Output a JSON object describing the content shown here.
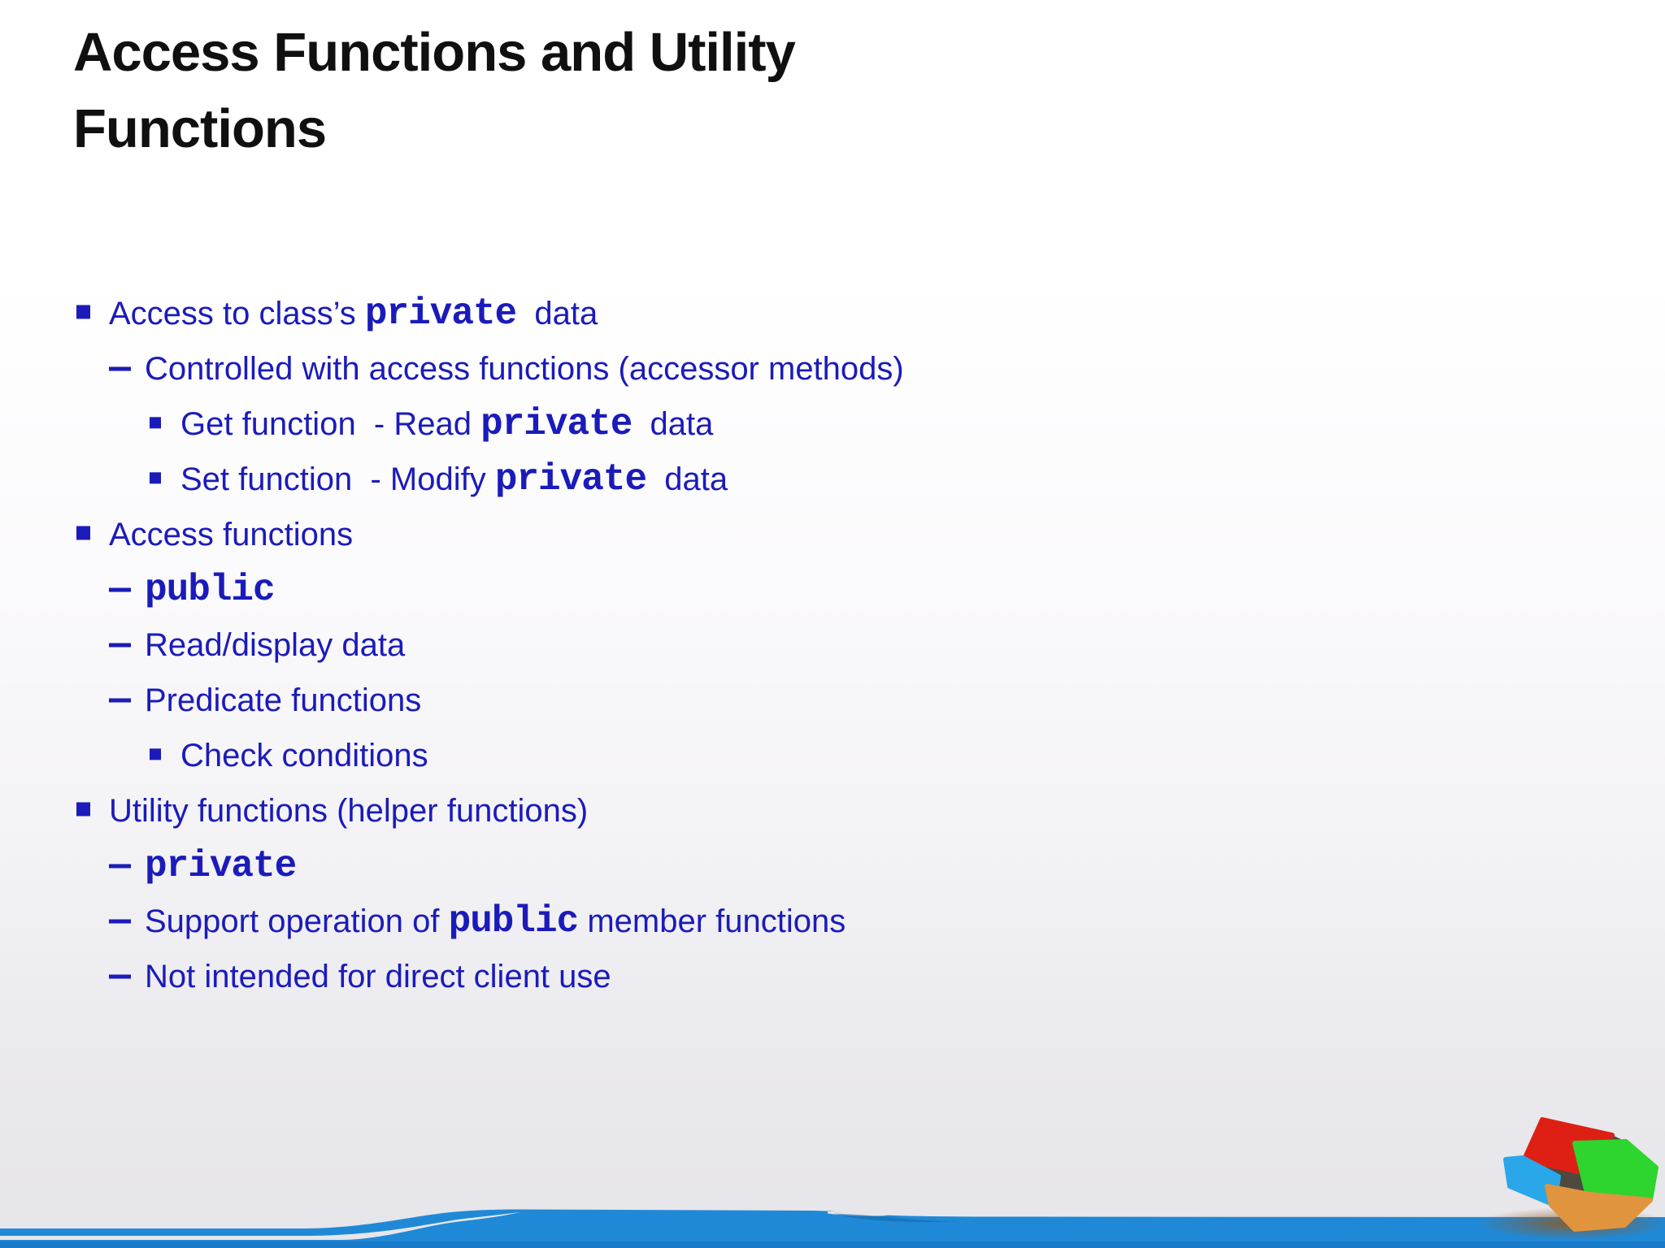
{
  "title": {
    "line1": "Access Functions and Utility",
    "line2": "Functions"
  },
  "bullets": [
    {
      "level": 1,
      "pre": "Access to class’s ",
      "code": "private",
      "post": "  data"
    },
    {
      "level": 2,
      "pre": "Controlled with access functions (accessor methods)",
      "code": "",
      "post": ""
    },
    {
      "level": 3,
      "pre": "Get function  - Read ",
      "code": "private",
      "post": "  data"
    },
    {
      "level": 3,
      "pre": "Set function  - Modify ",
      "code": "private",
      "post": "  data"
    },
    {
      "level": 1,
      "pre": "Access functions",
      "code": "",
      "post": ""
    },
    {
      "level": 2,
      "pre": "",
      "code": "public",
      "post": ""
    },
    {
      "level": 2,
      "pre": "Read/display data",
      "code": "",
      "post": ""
    },
    {
      "level": 2,
      "pre": "Predicate functions",
      "code": "",
      "post": ""
    },
    {
      "level": 3,
      "pre": "Check conditions",
      "code": "",
      "post": ""
    },
    {
      "level": 1,
      "pre": "Utility functions (helper functions)",
      "code": "",
      "post": ""
    },
    {
      "level": 2,
      "pre": "",
      "code": "private",
      "post": ""
    },
    {
      "level": 2,
      "pre": "Support operation of ",
      "code": "public",
      "post": " member functions"
    },
    {
      "level": 2,
      "pre": "Not intended for direct client use",
      "code": "",
      "post": ""
    }
  ],
  "colors": {
    "title_color": "#101010",
    "text_blue": "#1b1bba",
    "bar_blue": "#2089d7",
    "bar_blue_dark": "#1576c4",
    "wave_shadow_blue": "#1266a6",
    "stripe_gray": "#e7e6ea",
    "cube_red": "#dd2013",
    "cube_green": "#2ed52e",
    "cube_blue": "#2aa7e8",
    "cube_orange": "#e0943e",
    "cube_edge": "#4f4a40"
  }
}
